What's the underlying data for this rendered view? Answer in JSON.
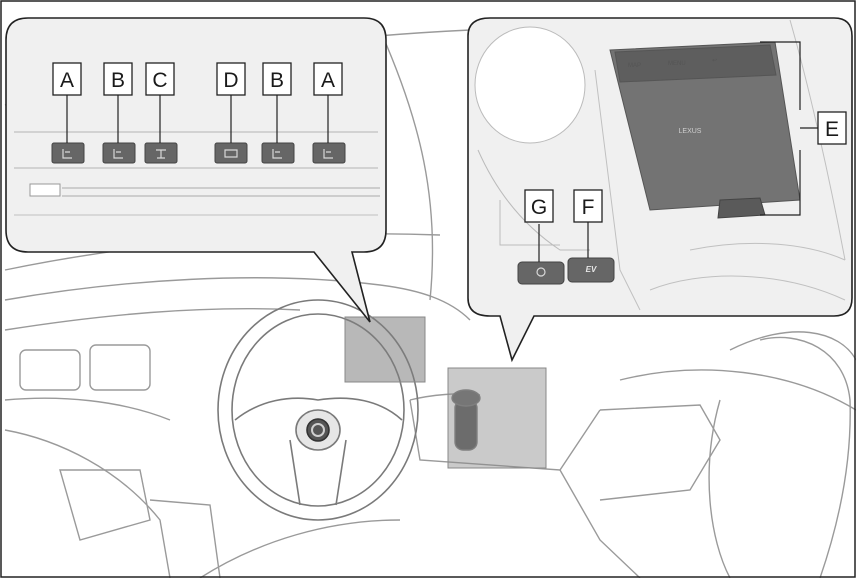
{
  "callouts_left": [
    {
      "id": "A"
    },
    {
      "id": "B"
    },
    {
      "id": "C"
    },
    {
      "id": "D"
    },
    {
      "id": "B"
    },
    {
      "id": "A"
    }
  ],
  "callouts_right": {
    "E": "E",
    "F": "F",
    "G": "G"
  },
  "touchpad": {
    "brand": "LEXUS",
    "top_buttons": [
      "MAP",
      "MENU",
      "↩"
    ]
  },
  "ev_button": "EV",
  "colors": {
    "frame": "#222222",
    "panel_fill": "#f0f0f0",
    "highlight_box": "#999999",
    "button_fill": "#666666",
    "line_art": "#9a9a9a"
  }
}
